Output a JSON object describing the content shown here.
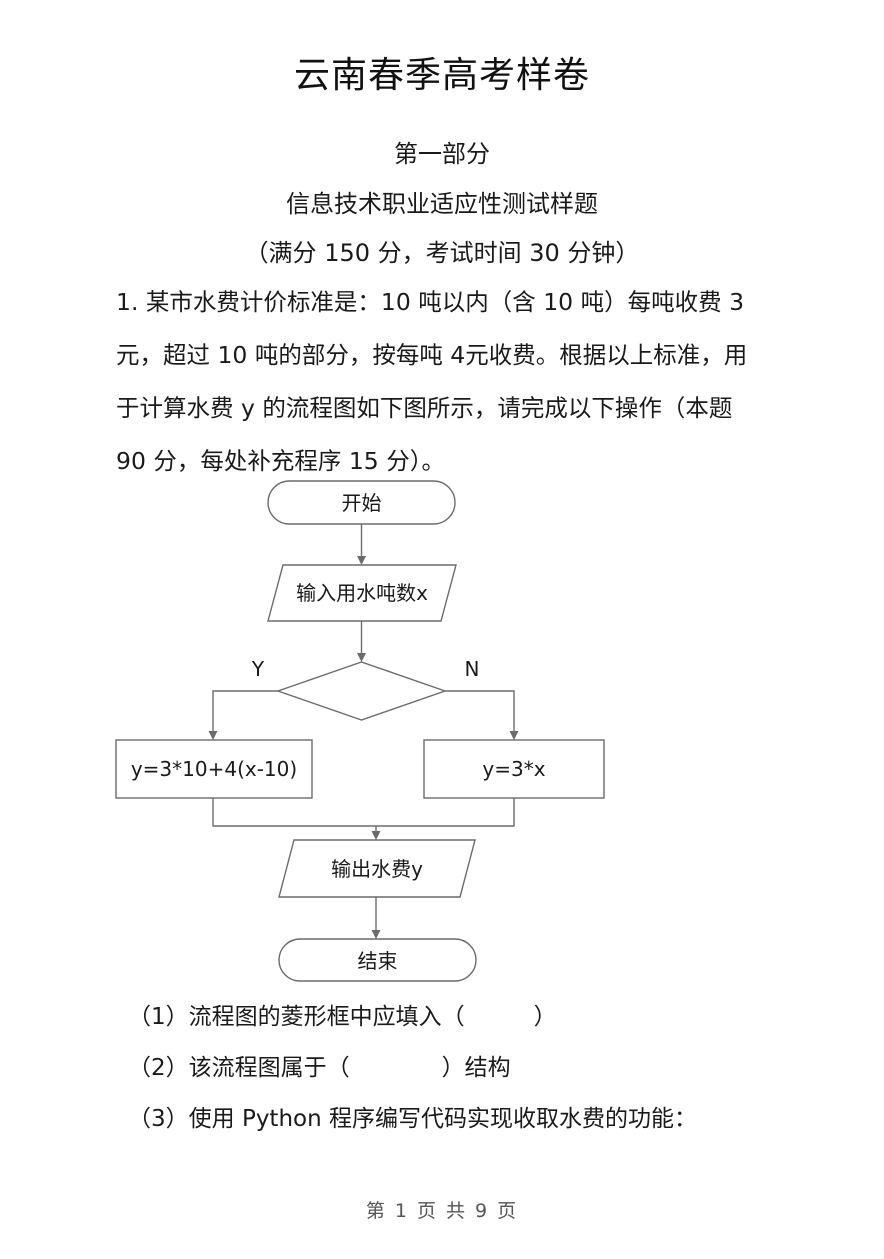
{
  "header": {
    "title": "云南春季高考样卷",
    "part": "第一部分",
    "subtitle": "信息技术职业适应性测试样题",
    "score_info": "（满分 150 分，考试时间 30 分钟）"
  },
  "question": {
    "lines": [
      "1. 某市水费计价标准是：10 吨以内（含 10 吨）每吨收费 3",
      "元，超过 10 吨的部分，按每吨 4元收费。根据以上标准，用",
      "于计算水费 y 的流程图如下图所示，请完成以下操作（本题",
      "90 分，每处补充程序 15 分）。"
    ]
  },
  "flowchart": {
    "start": "开始",
    "input": "输入用水吨数x",
    "yes_label": "Y",
    "no_label": "N",
    "yes_branch": "y=3*10+4(x-10)",
    "no_branch": "y=3*x",
    "output": "输出水费y",
    "end": "结束"
  },
  "sub_questions": [
    "（1）流程图的菱形框中应填入（　　　）",
    "（2）该流程图属于（　　　　）结构",
    "（3）使用 Python 程序编写代码实现收取水费的功能："
  ],
  "footer": {
    "page_info": "第 1 页 共 9 页"
  }
}
